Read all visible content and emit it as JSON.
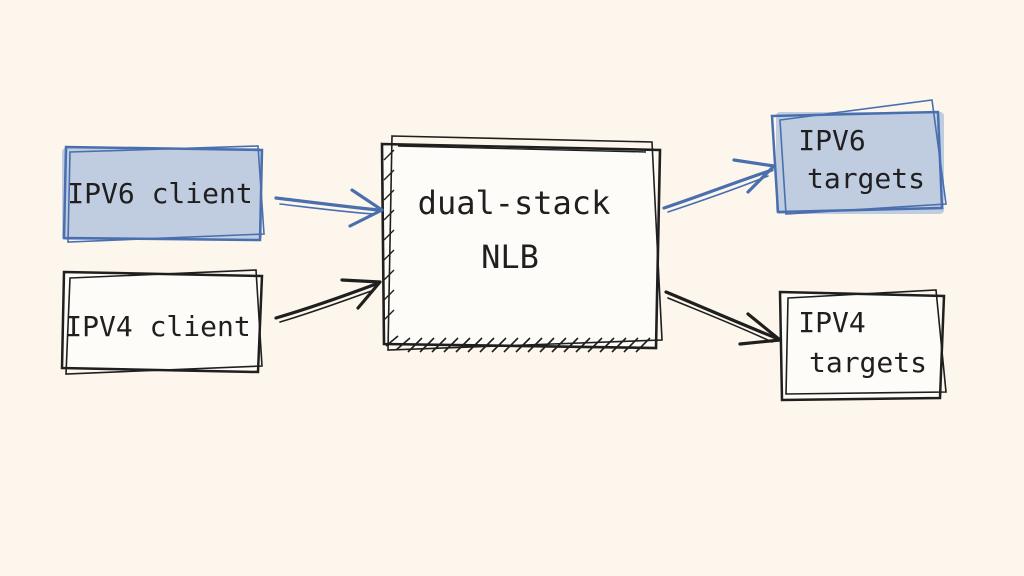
{
  "diagram": {
    "colors": {
      "background": "#fcf6ec",
      "ink": "#1f1f1f",
      "ipv6_fill": "#b9c8df",
      "ipv6_stroke": "#4a6fae",
      "box_fill": "#fefcf8"
    },
    "nodes": {
      "ipv6_client": {
        "label": "IPV6 client"
      },
      "ipv4_client": {
        "label": "IPV4 client"
      },
      "nlb": {
        "label_line1": "dual-stack",
        "label_line2": "NLB"
      },
      "ipv6_targets": {
        "label_line1": "IPV6",
        "label_line2": "targets"
      },
      "ipv4_targets": {
        "label_line1": "IPV4",
        "label_line2": "targets"
      }
    },
    "edges": [
      {
        "from": "ipv6_client",
        "to": "nlb",
        "family": "ipv6"
      },
      {
        "from": "ipv4_client",
        "to": "nlb",
        "family": "ipv4"
      },
      {
        "from": "nlb",
        "to": "ipv6_targets",
        "family": "ipv6"
      },
      {
        "from": "nlb",
        "to": "ipv4_targets",
        "family": "ipv4"
      }
    ]
  }
}
